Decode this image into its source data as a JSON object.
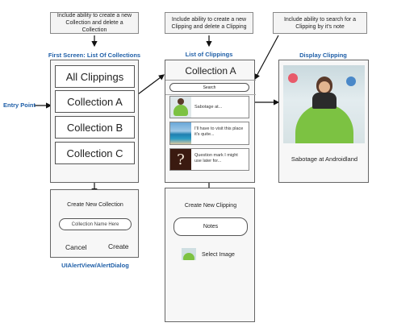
{
  "notes": {
    "collections": "Include ability to create a new Collection and delete a Collection",
    "clippings": "Include ability to create a new Clipping and delete a Clipping",
    "search": "Include ability to search for a Clipping by it's note"
  },
  "headings": {
    "first_screen": "First Screen: List Of Collections",
    "list_clippings": "List of Clippings",
    "display_clipping": "Display Clipping",
    "alert": "UIAlertView/AlertDialog",
    "entry_point": "Entry Point"
  },
  "collections_screen": {
    "items": [
      "All Clippings",
      "Collection A",
      "Collection B",
      "Collection C"
    ]
  },
  "alert_dialog": {
    "title": "Create New Collection",
    "placeholder": "Collection Name Here",
    "cancel": "Cancel",
    "create": "Create"
  },
  "clippings_screen": {
    "title": "Collection A",
    "search_placeholder": "Search",
    "clippings": [
      {
        "text": "Sabotage at...",
        "thumb": "android-photo"
      },
      {
        "text": "I'll have to visit this place it's quite...",
        "thumb": "beach-photo"
      },
      {
        "text": "Question mark I might use later for...",
        "thumb": "question-mark-image"
      }
    ]
  },
  "new_clipping_screen": {
    "title": "Create New Clipping",
    "notes_placeholder": "Notes",
    "select_image": "Select Image"
  },
  "display_screen": {
    "caption": "Sabotage at Androidland"
  },
  "colors": {
    "heading_blue": "#1f5fa8",
    "android_green": "#7cc242"
  }
}
